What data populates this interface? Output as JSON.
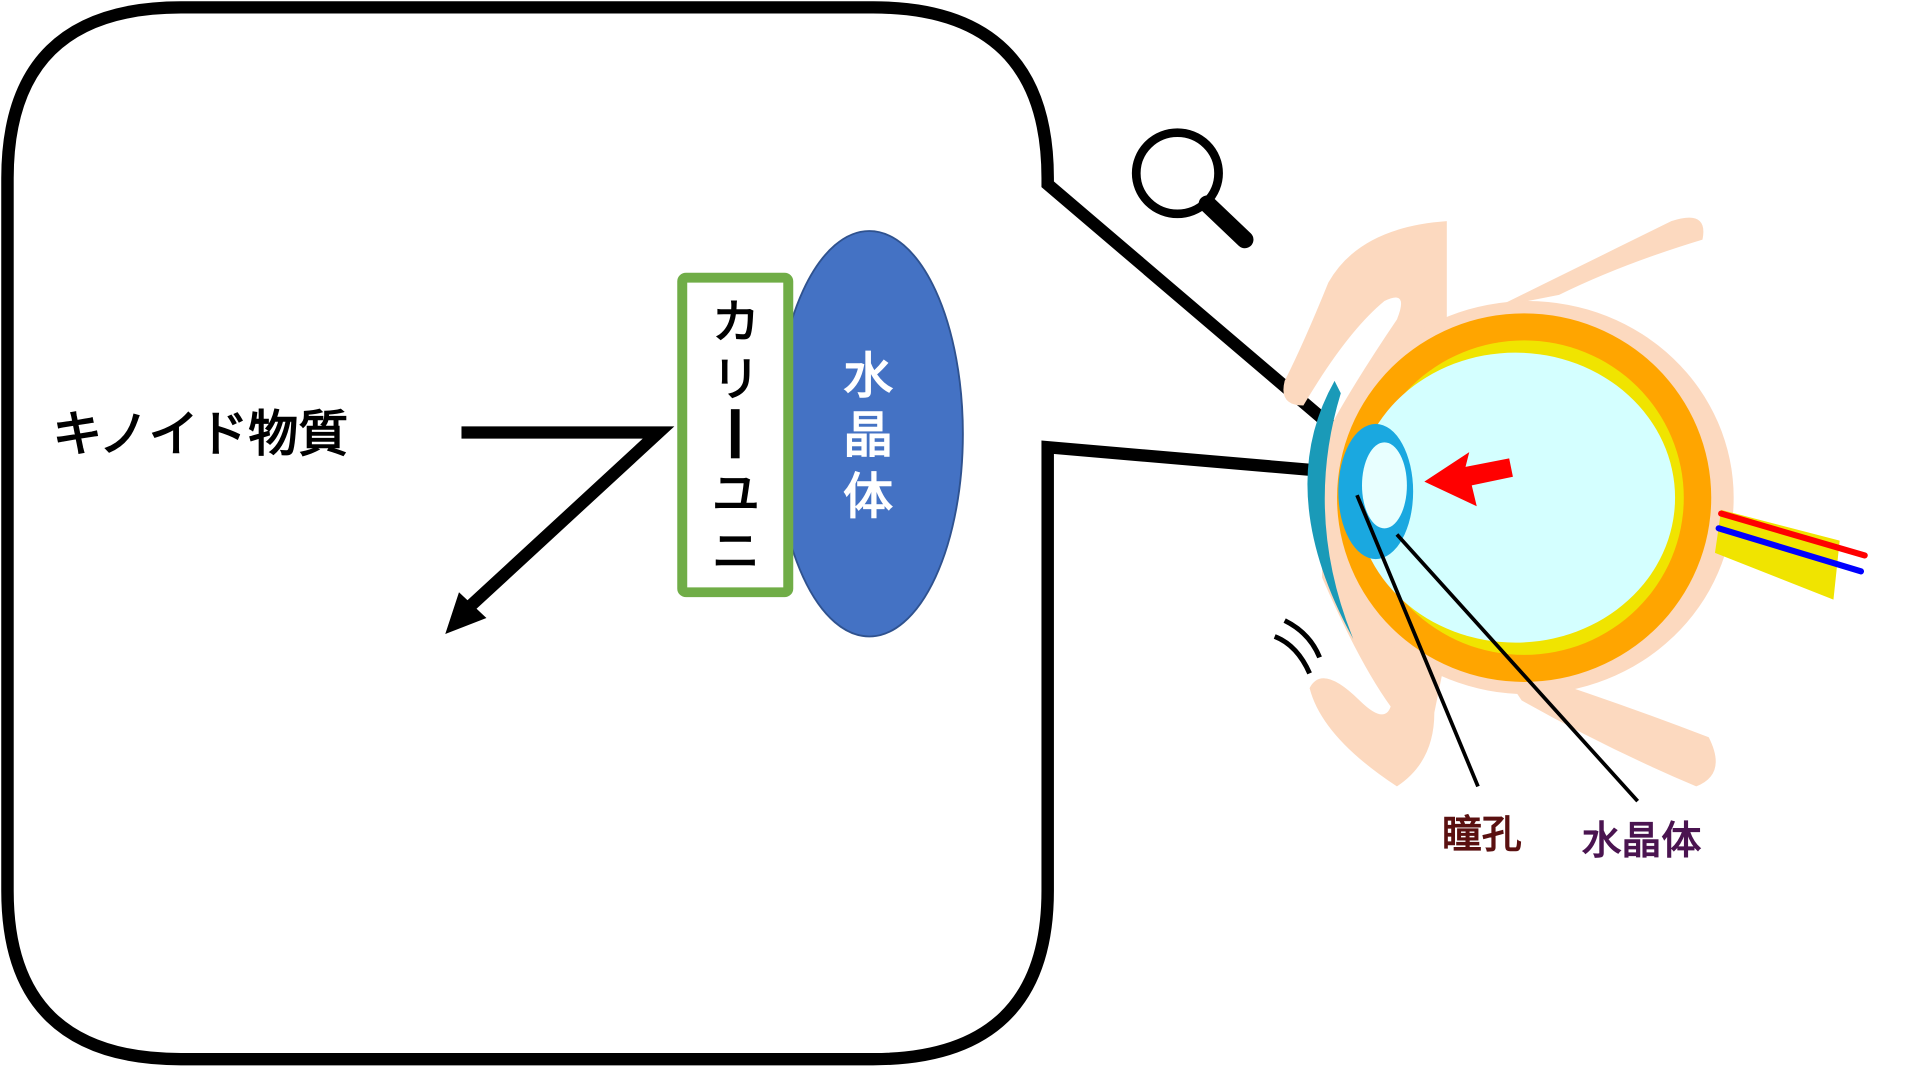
{
  "callout": {
    "substance_label": "キノイド物質",
    "capsule_label_chars": [
      "カ",
      "リ",
      "ー",
      "ユ",
      "ニ"
    ],
    "lens_label_chars": [
      "水",
      "晶",
      "体"
    ]
  },
  "eye": {
    "pupil_label": "瞳孔",
    "lens_label": "水晶体"
  },
  "colors": {
    "capsule_border": "#70ad47",
    "lens_fill": "#4472c4",
    "pupil_label": "#5a1010",
    "lens_label": "#4a1450",
    "sclera": "#ffa500",
    "vitreous": "#d4ffff",
    "arrow": "#ff0000"
  }
}
